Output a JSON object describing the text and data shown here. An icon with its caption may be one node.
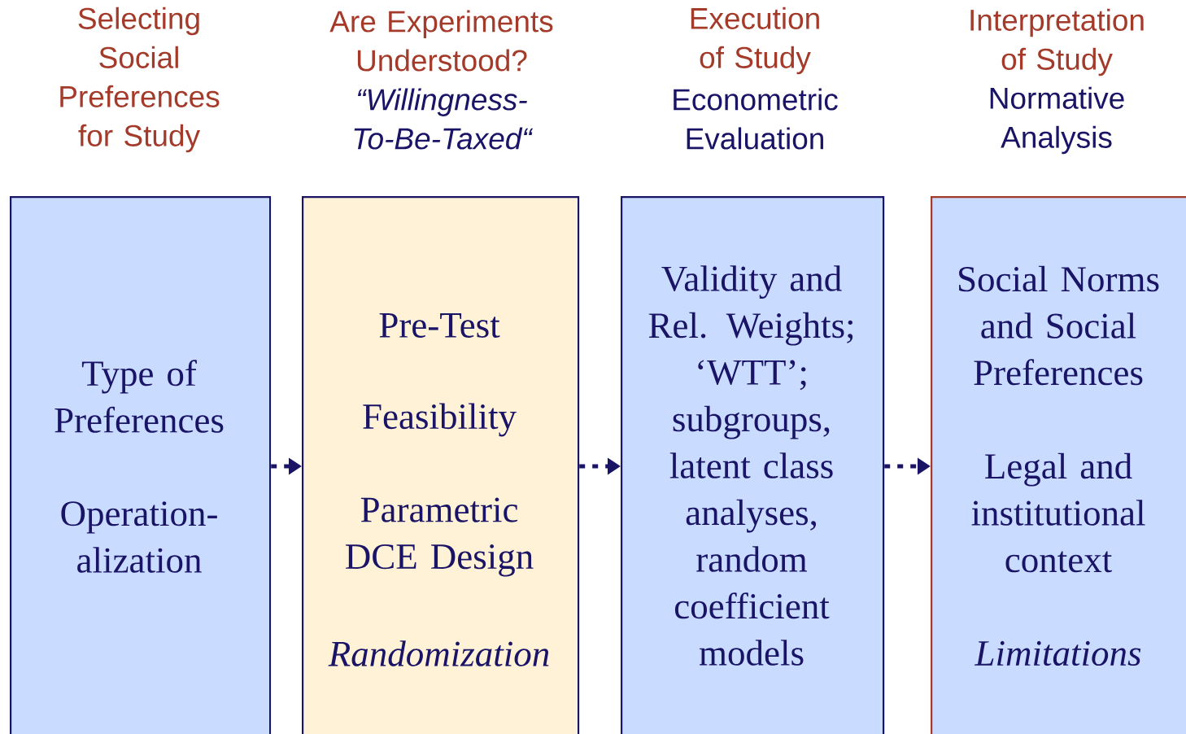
{
  "diagram": {
    "nodes": [
      {
        "text": [
          "Selecting Social Preferences for Study",
          "Type of Preferences",
          "Operation-alization"
        ]
      },
      {
        "text": [
          "Are Experiments Understood?",
          "“Willingness-To-Be-Taxed“",
          "Pre-Test",
          "Feasibility",
          "Parametric DCE Design",
          "Randomization"
        ]
      },
      {
        "text": [
          "Execution of Study",
          "Econometric Evaluation",
          "Validity and Rel. Weights; ‘WTT’; subgroups, latent class analyses, random coefficient models"
        ]
      },
      {
        "text": [
          "Interpretation of Study",
          "Normative Analysis",
          "Social Norms and Social Preferences",
          "Legal and institutional context",
          "Limitations"
        ]
      }
    ],
    "edges": [
      {
        "from": 0,
        "to": 1,
        "arrow": "to",
        "style": "dashed"
      },
      {
        "from": 1,
        "to": 2,
        "arrow": "to",
        "style": "dashed"
      },
      {
        "from": 2,
        "to": 3,
        "arrow": "to",
        "style": "dashed"
      }
    ]
  }
}
